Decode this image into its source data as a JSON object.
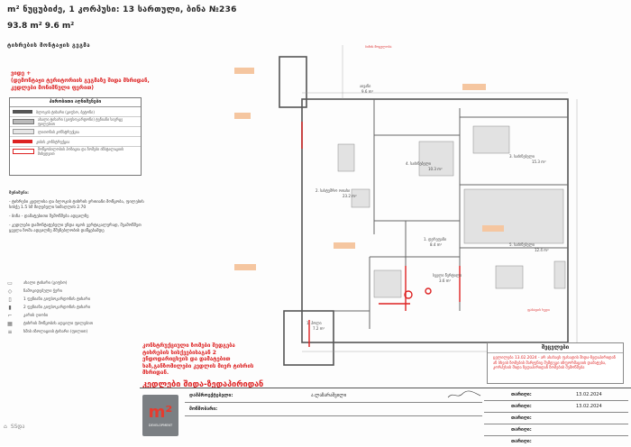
{
  "header": {
    "line1": "m² ნუცუბიძე, 1 კორპუსი: 13 სართული, ბინა №236",
    "line2": "93.8 m²   9.6 m²",
    "plan_title": "ტიხრების მონტაჟის გეგმა"
  },
  "plan_note_red": {
    "line1": "ვიდე +",
    "line2": "(დემონტაჟი ტერიტორიის გეგმაზე შიდა მხრიდან,",
    "line3": "კედლები მონიშნული ფერით)"
  },
  "legend": {
    "title": "პირობითი აღნიშვნები",
    "rows": [
      "ბლოკის ტიხარი (გიფსო, ბეტონი)",
      "ახალი ტიხარი (გიფსოკარდონი) ტენიანი სივრცე ფილებით",
      "ლითონის კონსტრუქცია",
      "კიბის კონსტრუქცია",
      "მოწყობილობის პოზიცია და ზომები ინსტალაციის მიხედვით"
    ]
  },
  "notes": {
    "heading": "შენიშვნა:",
    "items": [
      "- ტიხრები კედლისა და ბლოკის ტიხრის ერთიანი მოწყობა, ფილების სისქე 1.5 სმ მიღებული სიმაღლის 2.70",
      "- ბინა - დამატებითი შემოწმება ადგილზე",
      "- კედლები დამონტაჟებული უნდა იყოს ვერტიკალურად, შეამოწმეთ ყველა ზომა ადგილზე მშენებლობის დაწყებამდე"
    ]
  },
  "symbols": [
    "ახალი ტიხარი (გიფსო)",
    "ჩამოკიდებული ჭერი",
    "1 ფენიანი გიფსოკარდონის ტიხარი",
    "2 ფენიანი გიფსოკარდონის ტიხარი",
    "კარის ღიობი",
    "ტიხრის მოწყობის ადგილი ფილებით",
    "ხმის იზოლაციის ტიხარი (ფილით)"
  ],
  "rooms": [
    {
      "name": "აივანი",
      "area": "9.6 m²"
    },
    {
      "name": "2. სასტუმრო ოთახი",
      "area": "23.2 m²"
    },
    {
      "name": "4. საძინებელი",
      "area": "10.3 m²"
    },
    {
      "name": "3. საძინებელი",
      "area": "15.3 m²"
    },
    {
      "name": "1. დერეფანი",
      "area": "8.4 m²"
    },
    {
      "name": "სველი წერტილი",
      "area": "3.6 m²"
    },
    {
      "name": "5. საძინებელი",
      "area": "12.4 m²"
    },
    {
      "name": "1. ჰოლი",
      "area": "7.2 m²"
    }
  ],
  "plan_tags": [
    "ბინის მოცულობა",
    "ფასადის ხედი"
  ],
  "bottom_note": {
    "line1": "კონსტრუქციული ზომები შედგება",
    "line2": "ტიხრების სისქეებისაგან 2",
    "line3": "ენდოდარიცხვის და დამატებით",
    "line4": "ხაზ,განზომილები კედლის მიერ ტიხრის",
    "line5": "მხრიდან.",
    "big": "კედლები შიდა-ზედაპირიდან"
  },
  "changes": {
    "heading": "შეცვლები",
    "text": "ცვლილება 13.02.2024 - არ ასახავს ფასადის შიდა-ზედაპირიდან ან სხვის ზომების მარჯვნივ შემდეგი ინფორმაციის დამატება, კორპუსის შიდა ზედაპირიდან ზომების შემოწმება"
  },
  "titleblock": {
    "logo_main": "m²",
    "logo_sub": "DEVELOPMENT",
    "designer_key": "დამპროექტებელი:",
    "designer_val": "ა.ლაზარაშვილი",
    "approved_key": "მოწმობარი:",
    "approved_val": "",
    "date_key": "თარიღი:",
    "dates": [
      "13.02.2024",
      "13.02.2024",
      "",
      "",
      ""
    ]
  },
  "footer": "SSდა"
}
